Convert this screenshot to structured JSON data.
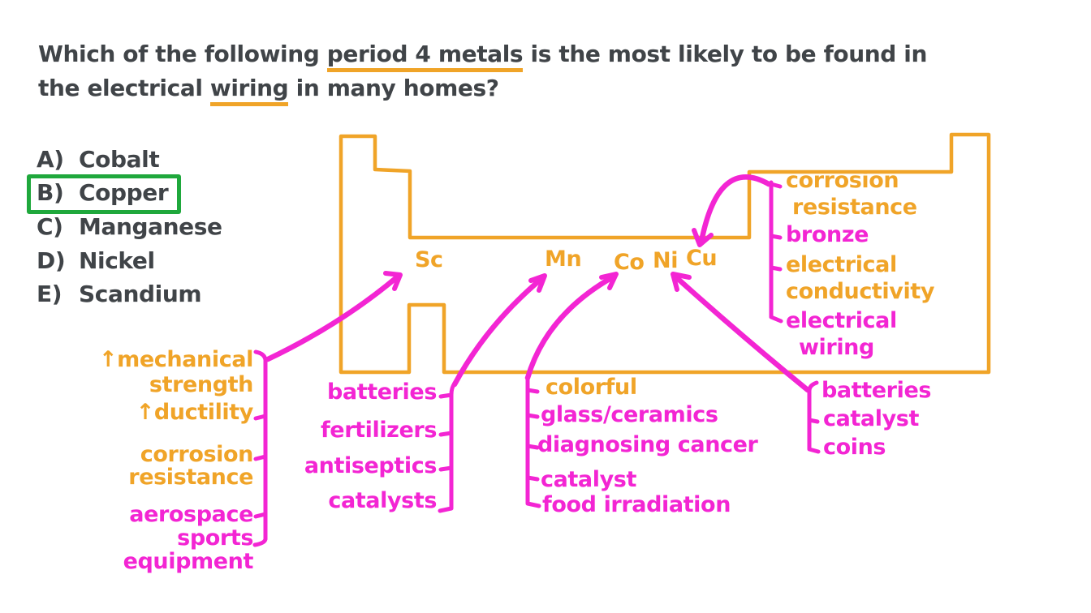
{
  "colors": {
    "orange": "#F0A428",
    "pink": "#F325D3",
    "green": "#1FA83C",
    "ink": "#404448",
    "background": "#FFFFFF"
  },
  "question": {
    "line1": {
      "pre": "Which of the following ",
      "underlined": "period 4 metals",
      "post": " is the most likely to be found in"
    },
    "line2": {
      "pre": "the electrical ",
      "underlined": "wiring",
      "post": " in many homes?"
    }
  },
  "options": [
    {
      "letter": "A)",
      "label": "Cobalt",
      "correct": false
    },
    {
      "letter": "B)",
      "label": "Copper",
      "correct": true
    },
    {
      "letter": "C)",
      "label": "Manganese",
      "correct": false
    },
    {
      "letter": "D)",
      "label": "Nickel",
      "correct": false
    },
    {
      "letter": "E)",
      "label": "Scandium",
      "correct": false
    }
  ],
  "periodic_table": {
    "element_symbols": [
      "Sc",
      "Mn",
      "Co",
      "Ni",
      "Cu"
    ]
  },
  "annotations": {
    "scandium": [
      "↑mechanical",
      "strength",
      "↑ductility",
      "corrosion",
      "resistance",
      "aerospace",
      "sports",
      "equipment"
    ],
    "manganese": [
      "batteries",
      "fertilizers",
      "antiseptics",
      "catalysts"
    ],
    "cobalt": [
      "colorful",
      "glass/ceramics",
      "diagnosing cancer",
      "catalyst",
      "food irradiation"
    ],
    "nickel": [
      "batteries",
      "catalyst",
      "coins"
    ],
    "copper": [
      "corrosion",
      "resistance",
      "bronze",
      "electrical",
      "conductivity",
      "electrical",
      "wiring"
    ]
  }
}
